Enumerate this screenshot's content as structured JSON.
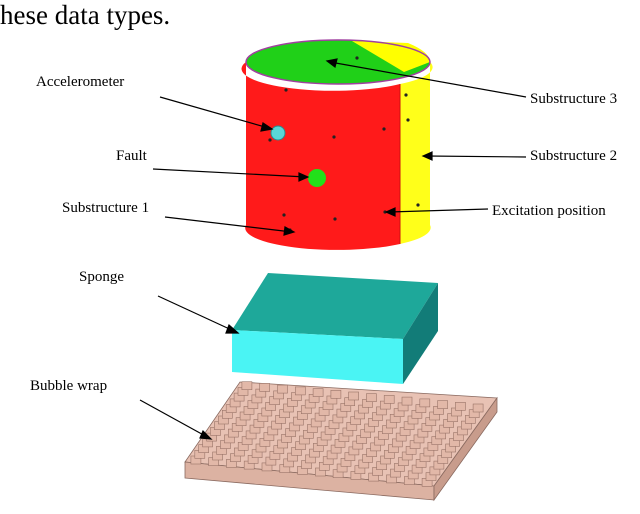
{
  "header_fragment": "hese data types.",
  "labels": {
    "accelerometer": "Accelerometer",
    "fault": "Fault",
    "substructure_1": "Substructure 1",
    "substructure_2": "Substructure 2",
    "substructure_3": "Substructure 3",
    "excitation_position": "Excitation position",
    "sponge": "Sponge",
    "bubble_wrap": "Bubble wrap"
  },
  "colors": {
    "substructure_1": "#ff1a1a",
    "substructure_2": "#ffff1a",
    "substructure_3": "#22e01a",
    "accelerometer": "#5ad6d6",
    "fault": "#22e01a",
    "sponge_front": "#4af4f4",
    "sponge_top": "#1ea89a",
    "sponge_side": "#127c78",
    "bubble_wrap": "#e8c2b4"
  }
}
